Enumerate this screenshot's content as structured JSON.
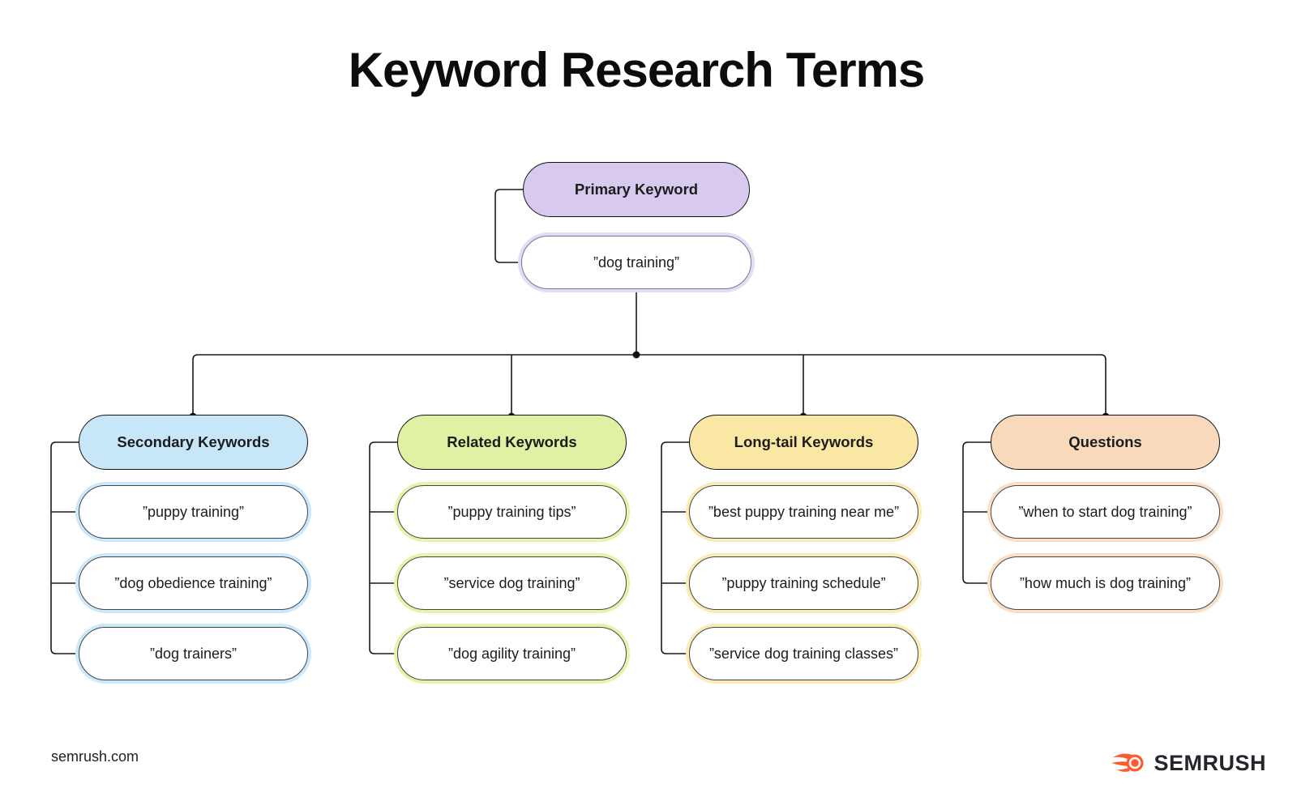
{
  "title": "Keyword Research Terms",
  "tree": {
    "root": {
      "label": "Primary Keyword",
      "example": "”dog training”"
    },
    "branches": [
      {
        "label": "Secondary Keywords",
        "color": "#c7e6f8",
        "ring_color": "#cbe9fa",
        "children": [
          "”puppy training”",
          "”dog obedience training”",
          "”dog trainers”"
        ]
      },
      {
        "label": "Related Keywords",
        "color": "#dff1a2",
        "ring_color": "#e5f4ac",
        "children": [
          "”puppy training tips”",
          "”service dog training”",
          "”dog agility training”"
        ]
      },
      {
        "label": "Long-tail Keywords",
        "color": "#fae7a4",
        "ring_color": "#fbebb5",
        "children": [
          "”best puppy training near me”",
          "”puppy training schedule”",
          "”service dog training classes”"
        ]
      },
      {
        "label": "Questions",
        "color": "#f8d9bb",
        "ring_color": "#fadfc7",
        "children": [
          "”when to start dog training”",
          "”how much is dog training”"
        ]
      }
    ]
  },
  "colors": {
    "primary_fill": "#d8c9ee",
    "primary_ring": "#e4dbf4",
    "line": "#1a1a1a",
    "brand_orange": "#ff5a2d"
  },
  "footer": {
    "site": "semrush.com",
    "brand": "SEMRUSH"
  }
}
